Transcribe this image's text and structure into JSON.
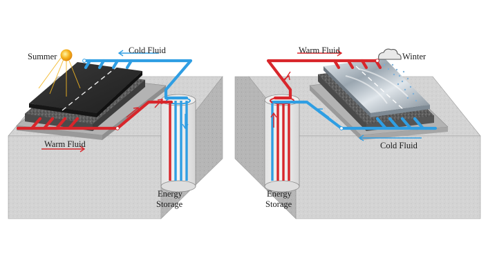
{
  "summer": {
    "season_label": "Summer",
    "cold_fluid_label": "Cold Fluid",
    "warm_fluid_label": "Warm Fluid",
    "storage_label_line1": "Energy",
    "storage_label_line2": "Storage"
  },
  "winter": {
    "season_label": "Winter",
    "warm_fluid_label": "Warm Fluid",
    "cold_fluid_label": "Cold Fluid",
    "storage_label_line1": "Energy",
    "storage_label_line2": "Storage"
  },
  "colors": {
    "warm_pipe": "#d8262b",
    "cold_pipe": "#2f9ee3",
    "ground": "#cfcfcf",
    "asphalt": "#2b2b2b"
  },
  "icons": [
    "sun-icon",
    "snow-cloud-icon"
  ]
}
